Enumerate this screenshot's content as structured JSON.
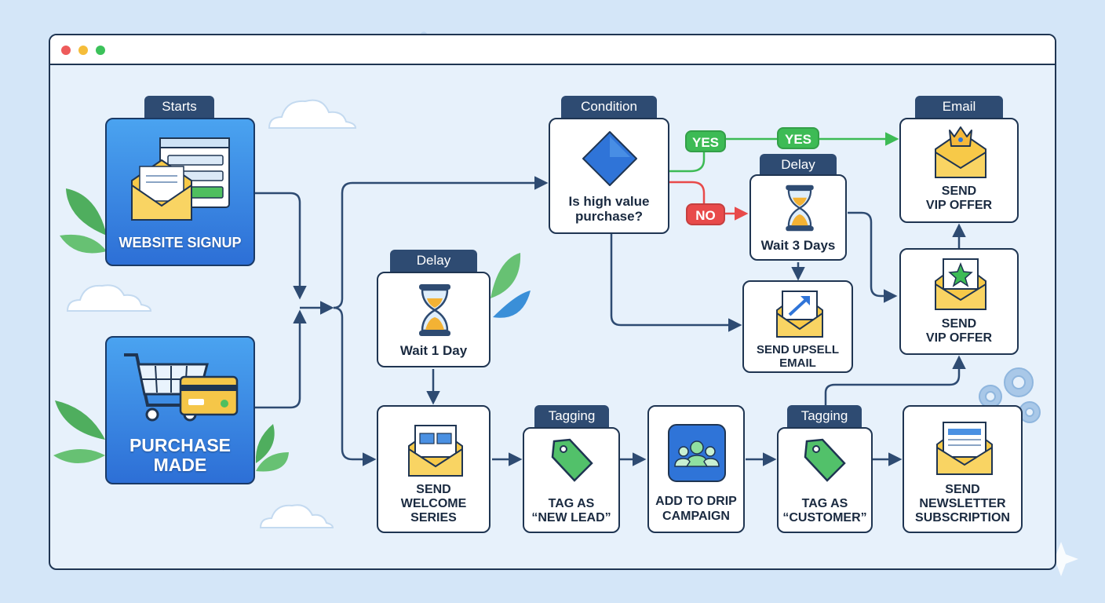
{
  "window": {
    "controls": [
      {
        "name": "close",
        "color": "#ee5b5b"
      },
      {
        "name": "minimize",
        "color": "#f5bd3a"
      },
      {
        "name": "maximize",
        "color": "#3cc25a"
      }
    ]
  },
  "nodes": {
    "website_signup": {
      "tab": "Starts",
      "label": "WEBSITE SIGNUP"
    },
    "purchase_made": {
      "label_line1": "PURCHASE",
      "label_line2": "MADE"
    },
    "delay_1": {
      "tab": "Delay",
      "label": "Wait 1 Day"
    },
    "welcome": {
      "line1": "SEND",
      "line2": "WELCOME",
      "line3": "SERIES"
    },
    "tag_lead": {
      "tab": "Tagging",
      "line1": "TAG AS",
      "line2": "“NEW LEAD”"
    },
    "drip": {
      "line1": "ADD TO DRIP",
      "line2": "CAMPAIGN"
    },
    "tag_customer": {
      "tab": "Tagging",
      "line1": "TAG AS",
      "line2": "“CUSTOMER”"
    },
    "newsletter": {
      "line1": "SEND",
      "line2": "NEWSLETTER",
      "line3": "SUBSCRIPTION"
    },
    "condition": {
      "tab": "Condition",
      "line1": "Is high value",
      "line2": "purchase?"
    },
    "delay_3": {
      "tab": "Delay",
      "label": "Wait 3 Days"
    },
    "upsell": {
      "line1": "SEND UPSELL",
      "line2": "EMAIL"
    },
    "vip_top": {
      "tab": "Email",
      "line1": "SEND",
      "line2": "VIP OFFER"
    },
    "vip_mid": {
      "line1": "SEND",
      "line2": "VIP OFFER"
    }
  },
  "branches": {
    "yes_1": "YES",
    "yes_2": "YES",
    "no": "NO"
  },
  "colors": {
    "accent": "#2d6fd6",
    "connector": "#2e4b72",
    "yes": "#3dbb55",
    "no": "#e84a4a"
  }
}
